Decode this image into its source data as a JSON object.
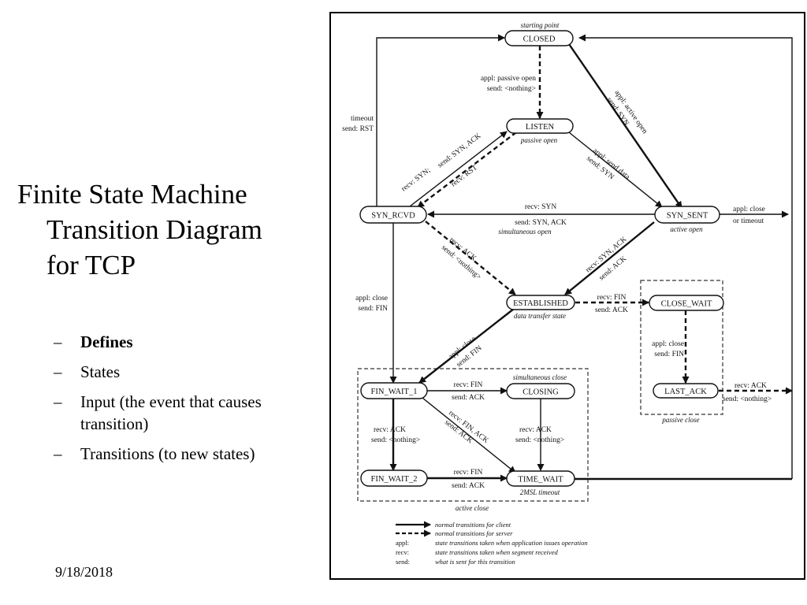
{
  "slide": {
    "title_lines": [
      "Finite State Machine",
      "Transition Diagram",
      "for TCP"
    ],
    "bullets": [
      {
        "dash": "–",
        "text": "Defines",
        "bold": true
      },
      {
        "dash": "–",
        "text": "States",
        "bold": false
      },
      {
        "dash": "–",
        "text": "Input (the event that causes",
        "cont": "transition)",
        "bold": false
      },
      {
        "dash": "–",
        "text": "Transitions (to new states)",
        "bold": false
      }
    ],
    "date": "9/18/2018"
  },
  "diagram": {
    "states": {
      "closed": "CLOSED",
      "listen": "LISTEN",
      "syn_rcvd": "SYN_RCVD",
      "syn_sent": "SYN_SENT",
      "established": "ESTABLISHED",
      "close_wait": "CLOSE_WAIT",
      "last_ack": "LAST_ACK",
      "fin_wait_1": "FIN_WAIT_1",
      "closing": "CLOSING",
      "fin_wait_2": "FIN_WAIT_2",
      "time_wait": "TIME_WAIT"
    },
    "captions": {
      "starting_point": "starting point",
      "passive_open": "passive open",
      "active_open": "active open",
      "simultaneous_open": "simultaneous open",
      "data_transfer_state": "data transfer state",
      "simultaneous_close": "simultaneous close",
      "passive_close": "passive close",
      "active_close": "active close",
      "msl_timeout": "2MSL timeout"
    },
    "labels": {
      "closed_listen_1": "appl: passive open",
      "closed_listen_2": "send: <nothing>",
      "timeout_1": "timeout",
      "timeout_2": "send: RST",
      "closed_synsent_1": "appl: active open",
      "closed_synsent_2": "send: SYN",
      "listen_synrcvd_1": "recv: SYN;",
      "listen_synrcvd_2": "send: SYN, ACK",
      "synrcvd_listen": "recv: RST",
      "listen_synsent_1": "appl: send data",
      "listen_synsent_2": "send: SYN",
      "synsent_synrcvd_1": "recv: SYN",
      "synsent_synrcvd_2": "send: SYN, ACK",
      "synsent_close_1": "appl: close",
      "synsent_close_2": "or timeout",
      "synrcvd_est_1": "recv: ACK",
      "synrcvd_est_2": "send: <nothing>",
      "synsent_est_1": "recv: SYN, ACK",
      "synsent_est_2": "send: ACK",
      "synrcvd_finw1_1": "appl: close",
      "synrcvd_finw1_2": "send: FIN",
      "est_closewait_1": "recv: FIN",
      "est_closewait_2": "send: ACK",
      "est_finw1_1": "appl: close",
      "est_finw1_2": "send: FIN",
      "closewait_lastack_1": "appl: close",
      "closewait_lastack_2": "send: FIN",
      "lastack_closed_1": "recv: ACK",
      "lastack_closed_2": "send: <nothing>",
      "finw1_closing_1": "recv: FIN",
      "finw1_closing_2": "send: ACK",
      "finw1_timewait_1": "recv: FIN, ACK",
      "finw1_timewait_2": "send: ACK",
      "finw1_finw2_1": "recv: ACK",
      "finw1_finw2_2": "send: <nothing>",
      "closing_timewait_1": "recv: ACK",
      "closing_timewait_2": "send: <nothing>",
      "finw2_timewait_1": "recv: FIN",
      "finw2_timewait_2": "send: ACK"
    },
    "legend": [
      {
        "key": "",
        "text": "normal transitions for client",
        "style": "solid"
      },
      {
        "key": "",
        "text": "normal transitions for server",
        "style": "dashed"
      },
      {
        "key": "appl:",
        "text": "state transitions taken when application issues operation"
      },
      {
        "key": "recv:",
        "text": "state transitions taken when segment received"
      },
      {
        "key": "send:",
        "text": "what is sent for this transition"
      }
    ]
  }
}
